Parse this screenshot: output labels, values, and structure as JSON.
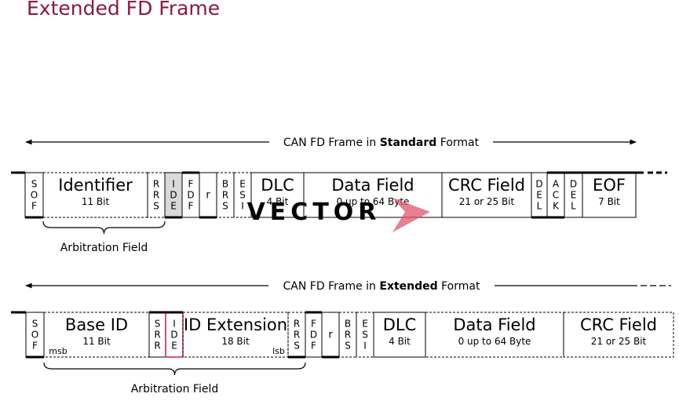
{
  "title": "Extended FD Frame",
  "colors": {
    "title": "#8b1a3c",
    "ide_fill": "#d9d9d9",
    "ide_text": "#b0003a",
    "ide_outline": "#c2185b",
    "watermark": "#555555",
    "watermark_arrow": "#e0556a"
  },
  "watermark": "VECTOR",
  "standard": {
    "caption_pre": "CAN FD Frame in ",
    "caption_bold": "Standard",
    "caption_post": " Format",
    "fields": [
      {
        "id": "sof",
        "label": "S\nO\nF"
      },
      {
        "id": "identifier",
        "label": "Identifier",
        "sub": "11 Bit"
      },
      {
        "id": "rrs",
        "label": "R\nR\nS"
      },
      {
        "id": "ide",
        "label": "I\nD\nE"
      },
      {
        "id": "fdf",
        "label": "F\nD\nF"
      },
      {
        "id": "r",
        "label": "r"
      },
      {
        "id": "brs",
        "label": "B\nR\nS"
      },
      {
        "id": "esi",
        "label": "E\nS\nI"
      },
      {
        "id": "dlc",
        "label": "DLC",
        "sub": "4 Bit"
      },
      {
        "id": "data",
        "label": "Data Field",
        "sub": "0 up to 64 Byte"
      },
      {
        "id": "crc",
        "label": "CRC Field",
        "sub": "21 or 25 Bit"
      },
      {
        "id": "del1",
        "label": "D\nE\nL"
      },
      {
        "id": "ack",
        "label": "A\nC\nK"
      },
      {
        "id": "del2",
        "label": "D\nE\nL"
      },
      {
        "id": "eof",
        "label": "EOF",
        "sub": "7 Bit"
      }
    ],
    "brace_label": "Arbitration Field"
  },
  "extended": {
    "caption_pre": "CAN FD Frame in ",
    "caption_bold": "Extended",
    "caption_post": " Format",
    "fields": [
      {
        "id": "sof",
        "label": "S\nO\nF"
      },
      {
        "id": "baseid",
        "label": "Base ID",
        "sub": "11 Bit"
      },
      {
        "id": "srr",
        "label": "S\nR\nR"
      },
      {
        "id": "ide",
        "label": "I\nD\nE"
      },
      {
        "id": "idext",
        "label": "ID Extension",
        "sub": "18 Bit"
      },
      {
        "id": "rrs",
        "label": "R\nR\nS"
      },
      {
        "id": "fdf",
        "label": "F\nD\nF"
      },
      {
        "id": "r",
        "label": "r"
      },
      {
        "id": "brs",
        "label": "B\nR\nS"
      },
      {
        "id": "esi",
        "label": "E\nS\nI"
      },
      {
        "id": "dlc",
        "label": "DLC",
        "sub": "4 Bit"
      },
      {
        "id": "data",
        "label": "Data Field",
        "sub": "0 up to 64 Byte"
      },
      {
        "id": "crc",
        "label": "CRC Field",
        "sub": "21 or 25 Bit"
      }
    ],
    "msb": "msb",
    "lsb": "lsb",
    "brace_label": "Arbitration Field"
  }
}
